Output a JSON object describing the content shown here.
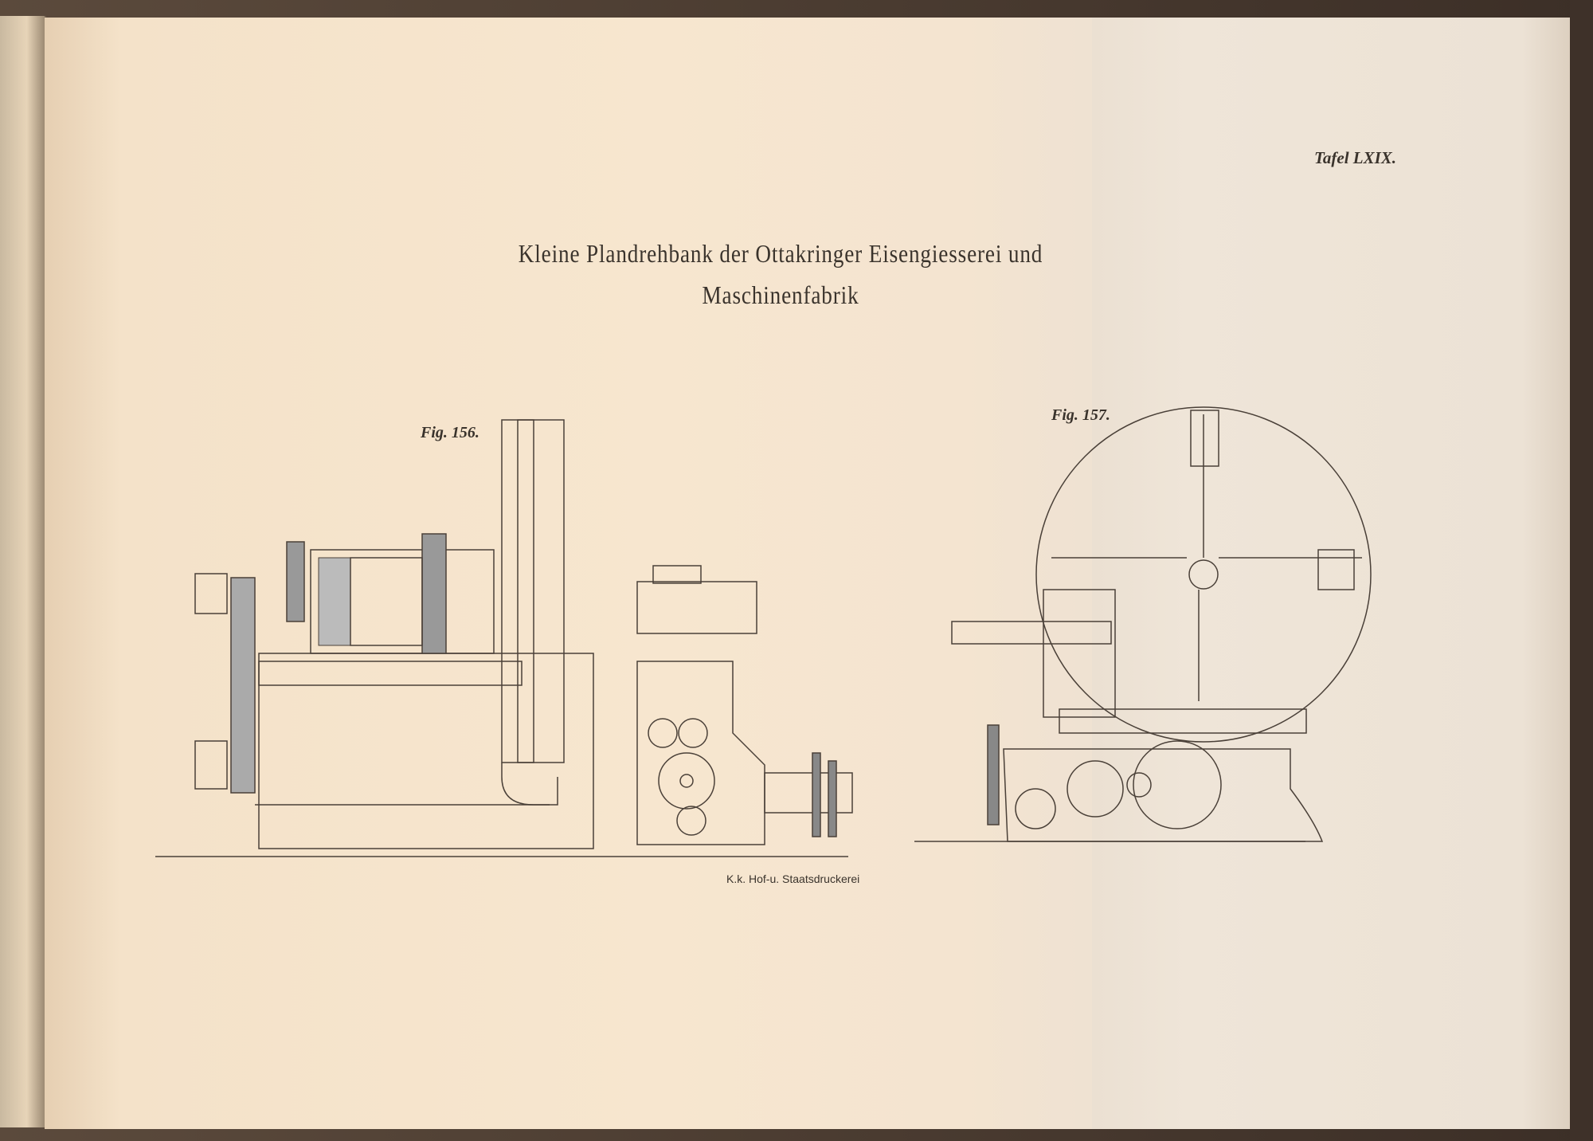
{
  "plate": {
    "title_line1": "Kleine Plandrehbank der Ottakringer Eisengiesserei und",
    "title_line2": "Maschinenfabrik",
    "plate_number": "Tafel LXIX.",
    "figure_left_label": "Fig. 156.",
    "figure_right_label": "Fig. 157.",
    "imprint": "K.k. Hof-u. Staatsdruckerei"
  }
}
